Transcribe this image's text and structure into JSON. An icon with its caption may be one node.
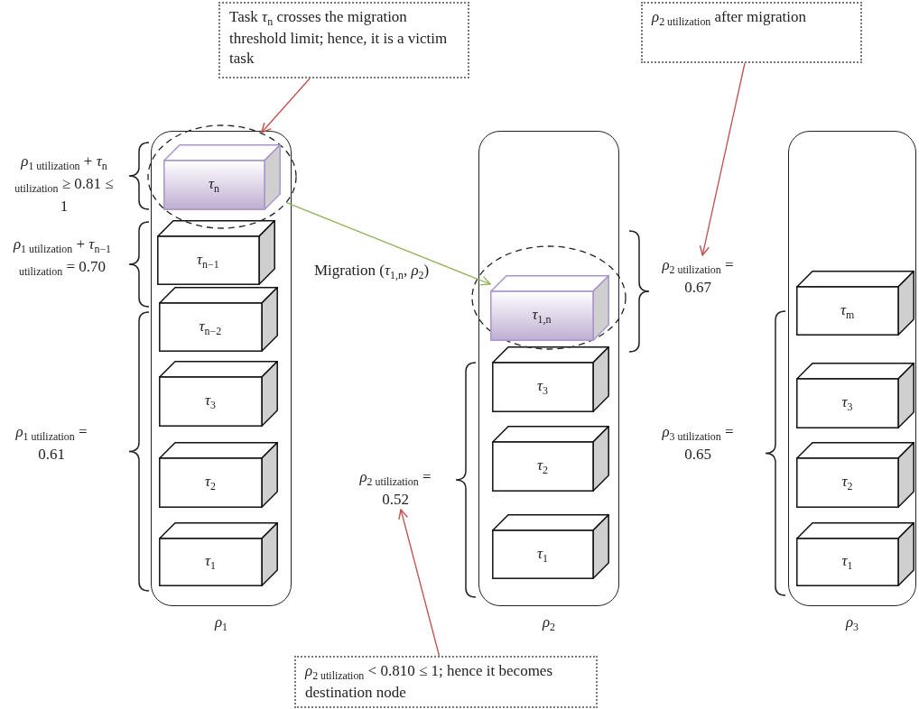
{
  "diagram": {
    "nodes": [
      {
        "text": [
          "Task *τ*$_{n}$ crosses the migration threshold limit; hence, it is a victim task"
        ]
      },
      {
        "text": [
          "*ρ*$_{2 utilization}$ after migration"
        ]
      },
      {
        "text": [],
        "shape": "ellipse"
      },
      {
        "text": [
          "*ρ*$_{1}$"
        ]
      },
      {
        "text": [
          "*τ*$_{n}$"
        ],
        "in": 2
      },
      {
        "text": [
          "*τ*$_{n−1}$"
        ],
        "in": 3
      },
      {
        "text": [
          "*τ*$_{n−2}$"
        ],
        "in": 3
      },
      {
        "text": [
          "*τ*$_{3}$"
        ],
        "in": 3
      },
      {
        "text": [
          "*τ*$_{2}$"
        ],
        "in": 3
      },
      {
        "text": [
          "*τ*$_{1}$"
        ],
        "in": 3
      },
      {
        "text": [
          "*ρ*$_{2 utilization}$ = 0.67"
        ]
      },
      {
        "text": [],
        "shape": "ellipse"
      },
      {
        "text": [
          "*ρ*$_{2}$"
        ]
      },
      {
        "text": [
          "*τ*$_{1,n}$"
        ],
        "in": 11
      },
      {
        "text": [
          "*τ*$_{3}$"
        ],
        "in": 12
      },
      {
        "text": [
          "*τ*$_{2}$"
        ],
        "in": 12
      },
      {
        "text": [
          "*τ*$_{1}$"
        ],
        "in": 12
      },
      {
        "text": [
          "*ρ*$_{2 utilization}$ = 0.52"
        ]
      },
      {
        "text": [
          "*ρ*$_{3}$"
        ]
      },
      {
        "text": [
          "*τ*$_{m}$"
        ],
        "in": 18
      },
      {
        "text": [
          "*τ*$_{3}$"
        ],
        "in": 18
      },
      {
        "text": [
          "*τ*$_{2}$"
        ],
        "in": 18
      },
      {
        "text": [
          "*τ*$_{1}$"
        ],
        "in": 18
      },
      {
        "text": [
          "*ρ*$_{2 utilization}$ < 0.810 ≤ 1; hence it becomes destination node"
        ]
      }
    ],
    "edges": [
      {
        "from": 0,
        "to": 2,
        "arrow": "to"
      },
      {
        "from": 1,
        "to": 10,
        "arrow": "to"
      },
      {
        "from": 2,
        "to": 13,
        "arrow": "to",
        "label": "Migration (*τ*$_{1,n}$, *ρ*$_{2}$)",
        "color": "#8db255"
      },
      {
        "from": 23,
        "to": 17,
        "arrow": "to"
      }
    ],
    "labels": [
      "*ρ*$_{1 utilization}$ + *τ*$_{n utilization}$ ≥ 0.81 ≤ 1",
      "*ρ*$_{1 utilization}$ + *τ*$_{n−1 utilization}$ = 0.70",
      "*ρ*$_{1 utilization}$ = 0.61",
      "*ρ*$_{3 utilization}$ = 0.65"
    ]
  }
}
